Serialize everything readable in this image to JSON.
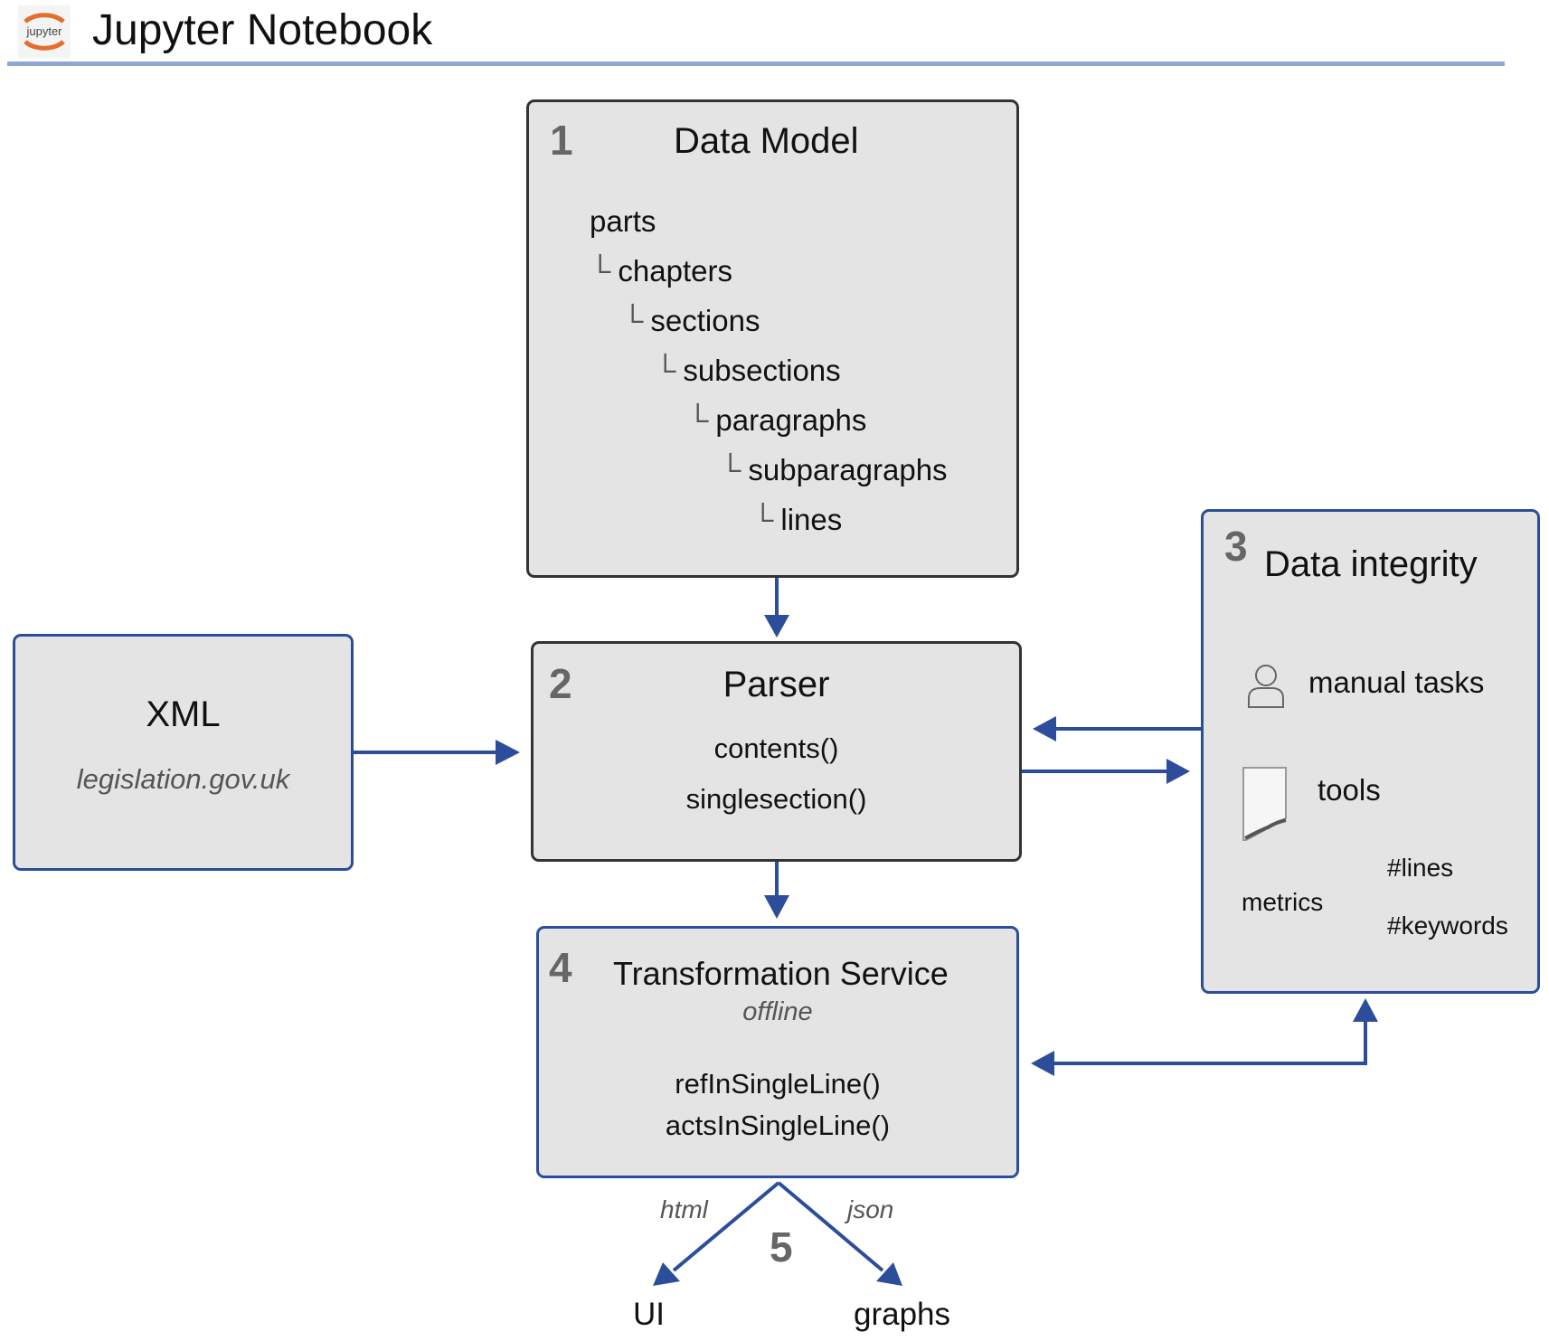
{
  "header": {
    "logo_text": "jupyter",
    "title": "Jupyter Notebook"
  },
  "data_model": {
    "number": "1",
    "title": "Data Model",
    "hierarchy": [
      {
        "glyph": "",
        "label": "parts"
      },
      {
        "glyph": "└",
        "label": "chapters"
      },
      {
        "glyph": "└",
        "label": "sections"
      },
      {
        "glyph": "└",
        "label": "subsections"
      },
      {
        "glyph": "└",
        "label": "paragraphs"
      },
      {
        "glyph": "└",
        "label": "subparagraphs"
      },
      {
        "glyph": "└",
        "label": "lines"
      }
    ]
  },
  "xml": {
    "title": "XML",
    "source": "legislation.gov.uk"
  },
  "parser": {
    "number": "2",
    "title": "Parser",
    "methods": [
      "contents()",
      "singlesection()"
    ]
  },
  "integrity": {
    "number": "3",
    "title": "Data integrity",
    "manual_label": "manual tasks",
    "tools_label": "tools",
    "metrics_label": "metrics",
    "metric_lines": "#lines",
    "metric_keywords": "#keywords"
  },
  "transform": {
    "number": "4",
    "title": "Transformation Service",
    "subtitle": "offline",
    "methods": [
      "refInSingleLine()",
      "actsInSingleLine()"
    ]
  },
  "outputs": {
    "number": "5",
    "left_format": "html",
    "right_format": "json",
    "left_target": "UI",
    "right_target": "graphs"
  },
  "colors": {
    "arrow": "#2c4e9a",
    "box_fill": "#e4e4e4",
    "header_rule": "#8ea6d8",
    "logo_orange": "#e46e2e"
  }
}
